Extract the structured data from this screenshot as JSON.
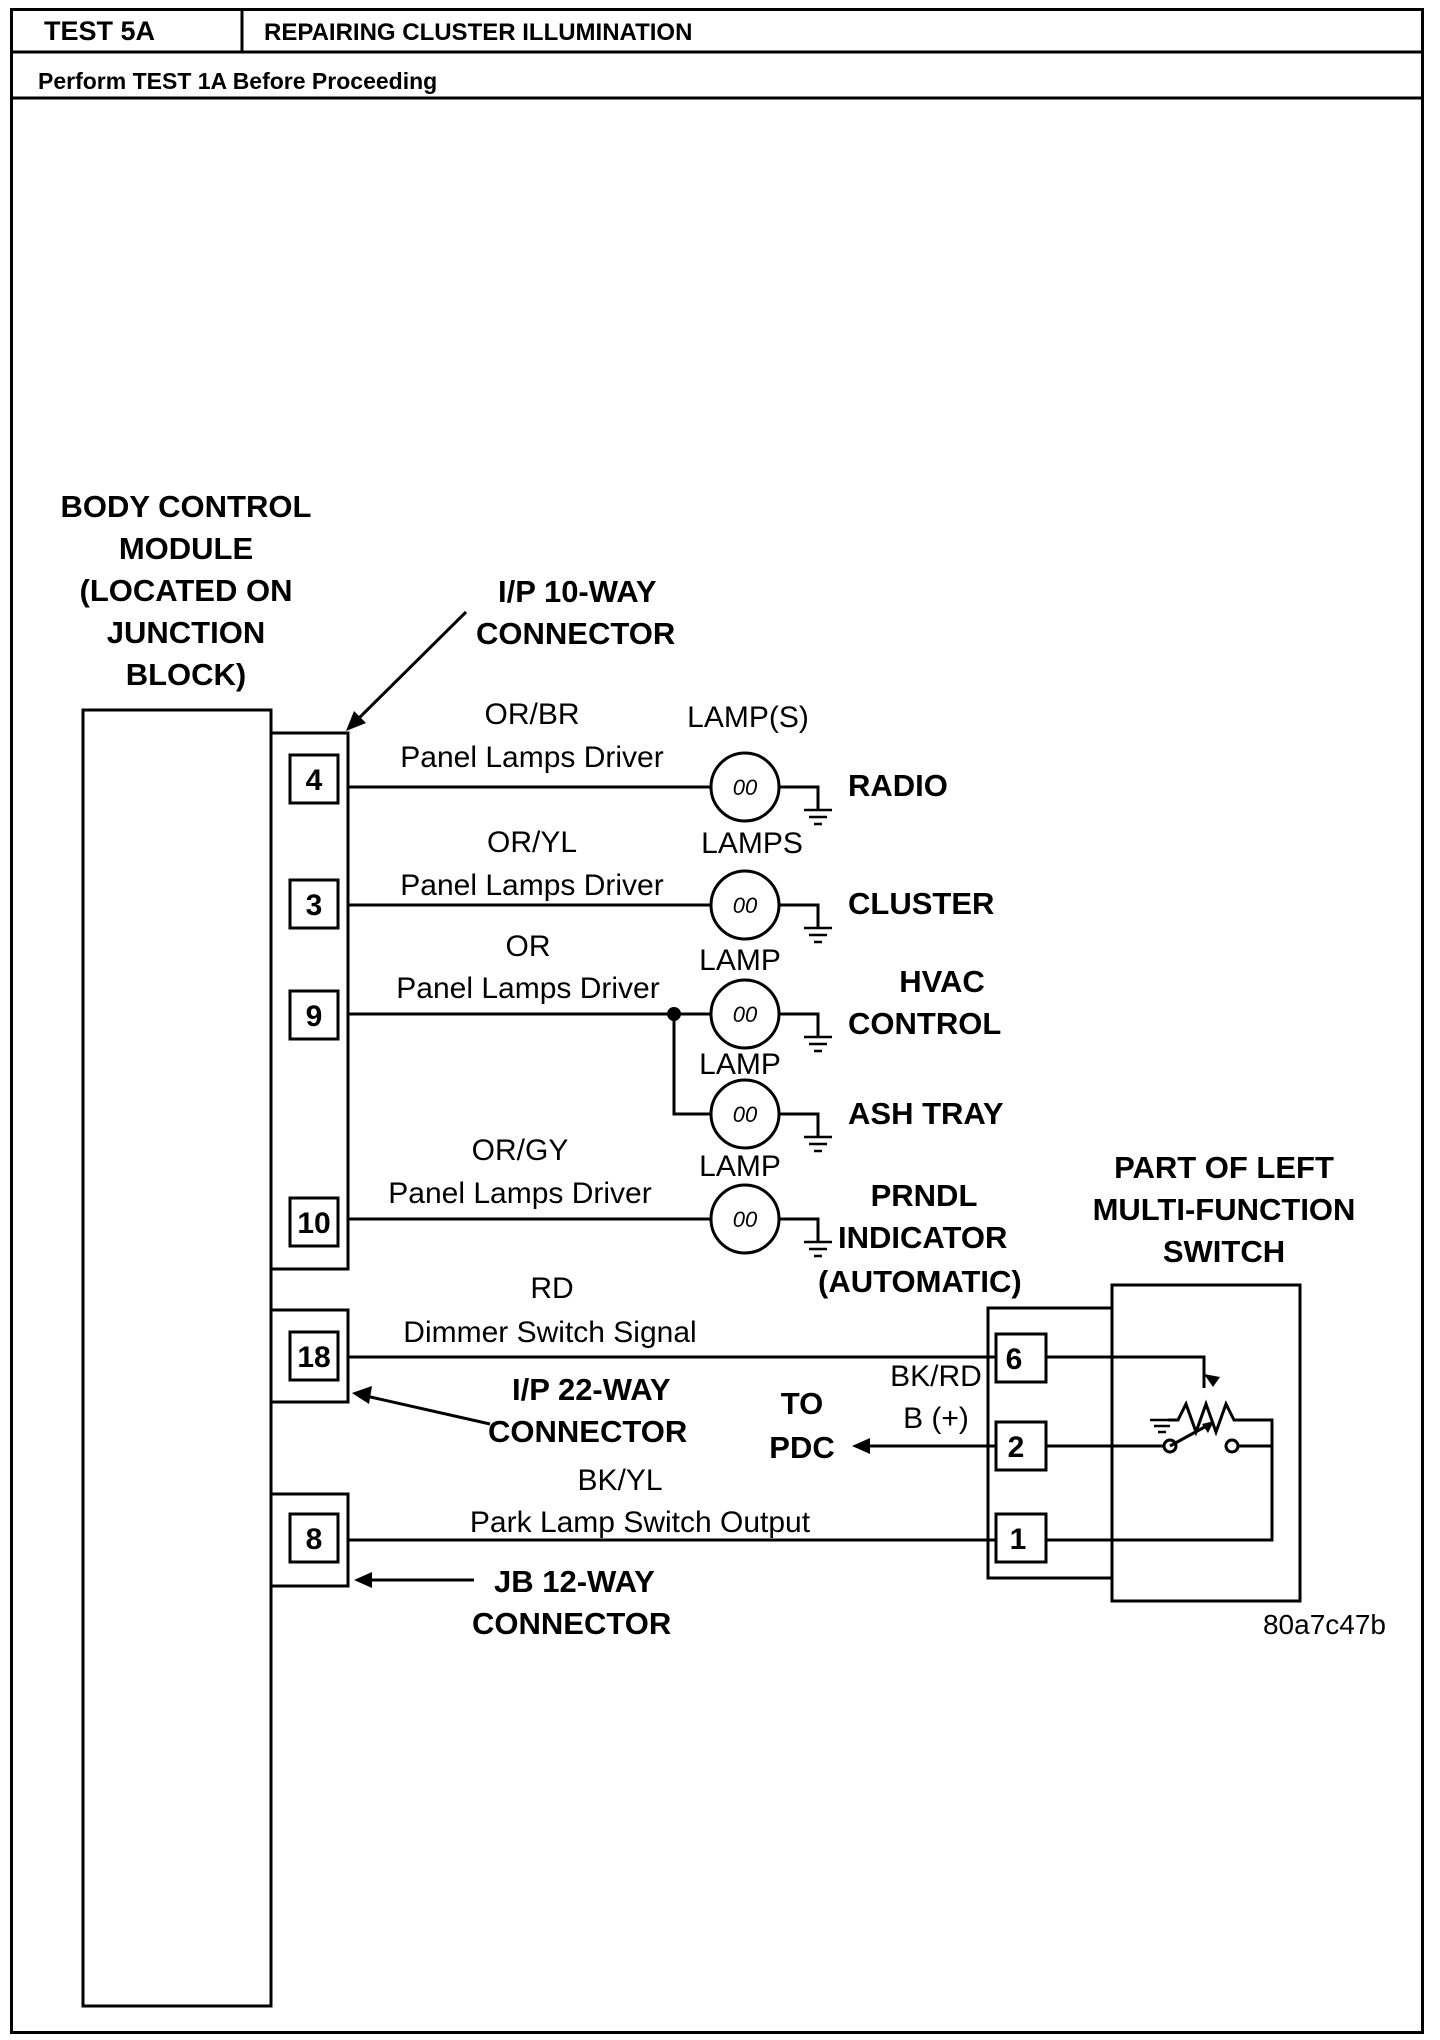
{
  "header": {
    "test_id": "TEST 5A",
    "title": "REPAIRING CLUSTER ILLUMINATION",
    "instruction": "Perform TEST 1A Before Proceeding"
  },
  "bcm": {
    "lines": [
      "BODY CONTROL",
      "MODULE",
      "(LOCATED ON",
      "JUNCTION",
      "BLOCK)"
    ]
  },
  "connectors": {
    "ip10": [
      "I/P 10-WAY",
      "CONNECTOR"
    ],
    "ip22": [
      "I/P 22-WAY",
      "CONNECTOR"
    ],
    "jb12": [
      "JB 12-WAY",
      "CONNECTOR"
    ]
  },
  "pins": {
    "p4": "4",
    "p3": "3",
    "p9": "9",
    "p10": "10",
    "p18": "18",
    "p8": "8",
    "s6": "6",
    "s2": "2",
    "s1": "1"
  },
  "circuits": {
    "c4": {
      "wire": "OR/BR",
      "desc": "Panel Lamps Driver",
      "lamp": "LAMP(S)",
      "load": [
        "RADIO"
      ]
    },
    "c3": {
      "wire": "OR/YL",
      "desc": "Panel Lamps Driver",
      "lamp": "LAMPS",
      "load": [
        "CLUSTER"
      ]
    },
    "c9": {
      "wire": "OR",
      "desc": "Panel Lamps Driver",
      "lamp": "LAMP",
      "load": [
        "HVAC",
        "CONTROL"
      ]
    },
    "c9b": {
      "lamp": "LAMP",
      "load": [
        "ASH TRAY"
      ]
    },
    "c10": {
      "wire": "OR/GY",
      "desc": "Panel Lamps Driver",
      "lamp": "LAMP",
      "load": [
        "PRNDL",
        "INDICATOR",
        "(AUTOMATIC)"
      ]
    },
    "c18": {
      "wire": "RD",
      "desc": "Dimmer Switch Signal"
    },
    "c2": {
      "wire": "BK/RD",
      "desc": "B (+)",
      "dest": [
        "TO",
        "PDC"
      ]
    },
    "c8": {
      "wire": "BK/YL",
      "desc": "Park Lamp Switch Output"
    }
  },
  "lamp_glyph": "00",
  "switch_label": [
    "PART OF LEFT",
    "MULTI-FUNCTION",
    "SWITCH"
  ],
  "figure_id": "80a7c47b"
}
